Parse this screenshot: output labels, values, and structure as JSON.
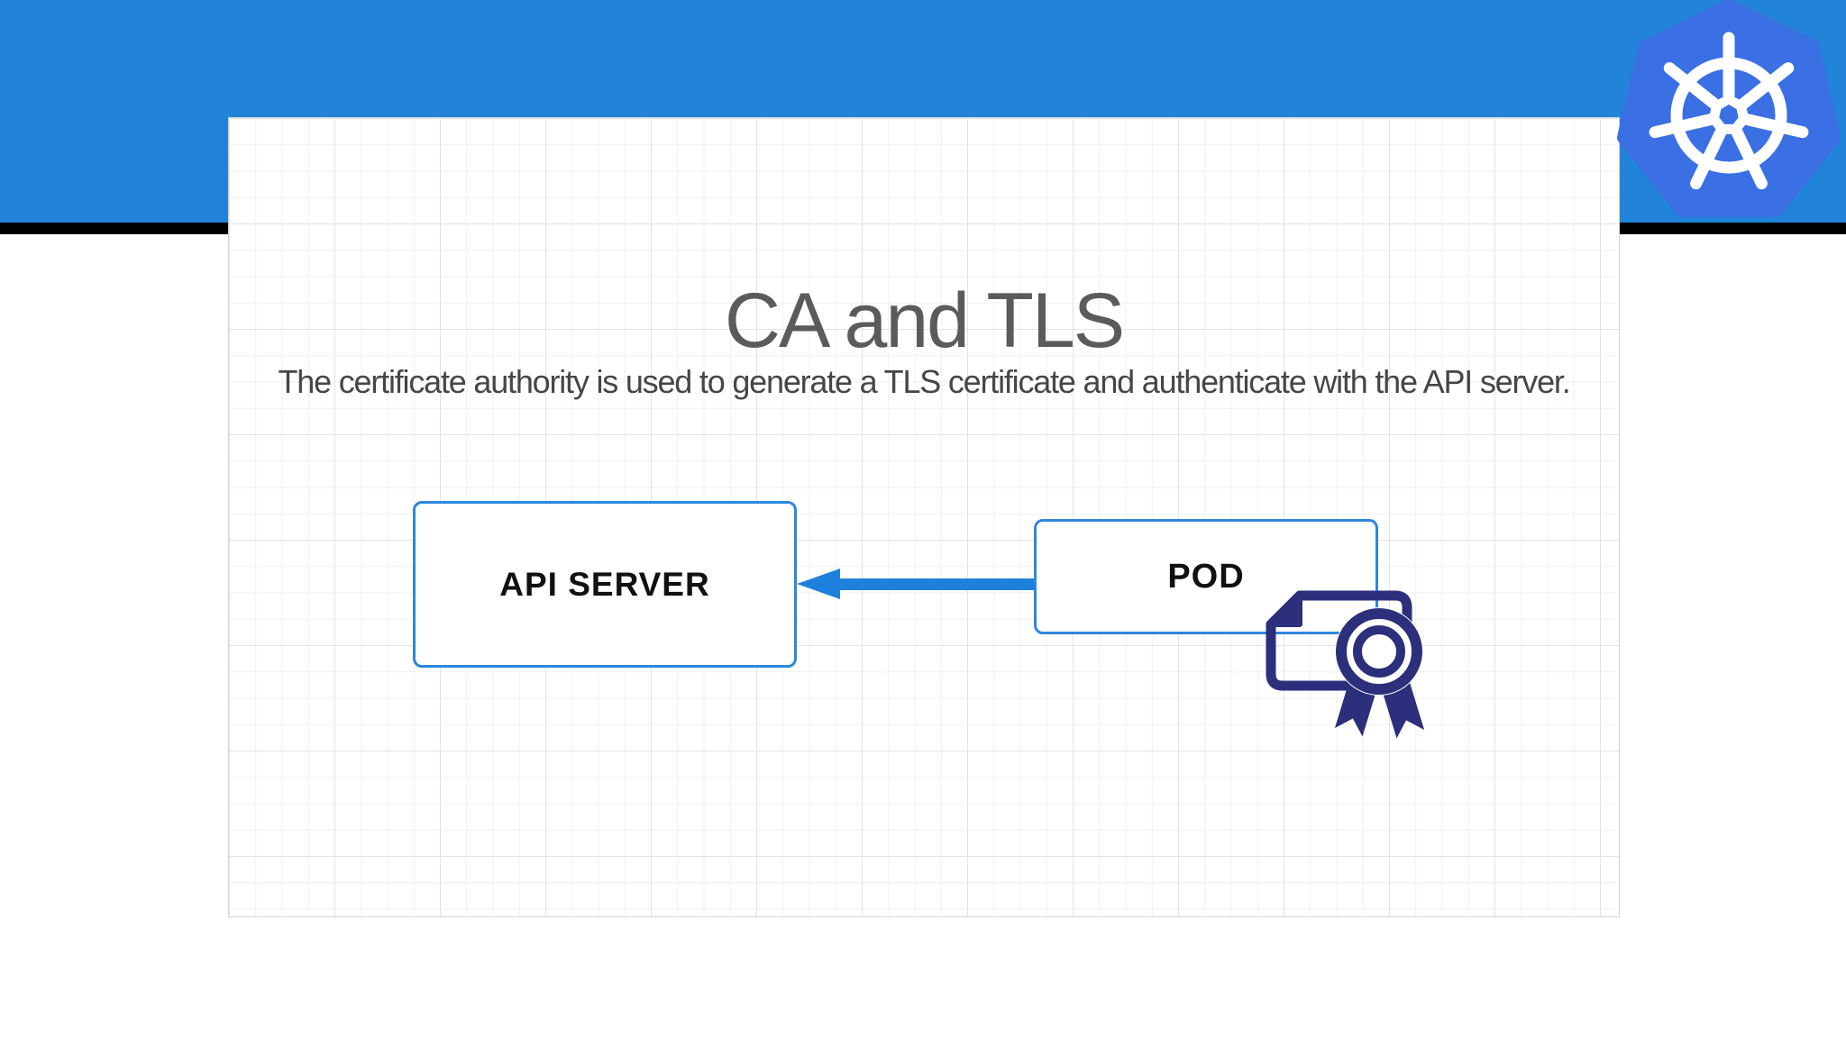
{
  "header": {
    "background_color": "#2184d8",
    "divider_color": "#000000"
  },
  "logo": {
    "name": "kubernetes-logo",
    "heptagon_color": "#3a70e4",
    "wheel_color": "#ffffff"
  },
  "slide": {
    "title": "CA and TLS",
    "subtitle": "The certificate authority is used to generate a TLS certificate and authenticate with the API server.",
    "title_color": "#5b5b5b",
    "subtitle_color": "#464646",
    "grid_background": "#ffffff"
  },
  "diagram": {
    "nodes": [
      {
        "id": "api-server",
        "label": "API SERVER"
      },
      {
        "id": "pod",
        "label": "POD"
      }
    ],
    "edge": {
      "from": "pod",
      "to": "api-server",
      "direction": "left",
      "color": "#1d80dc"
    },
    "node_border_color": "#2e87dc",
    "certificate_icon": {
      "name": "certificate-icon",
      "color": "#2b2f7c"
    }
  }
}
